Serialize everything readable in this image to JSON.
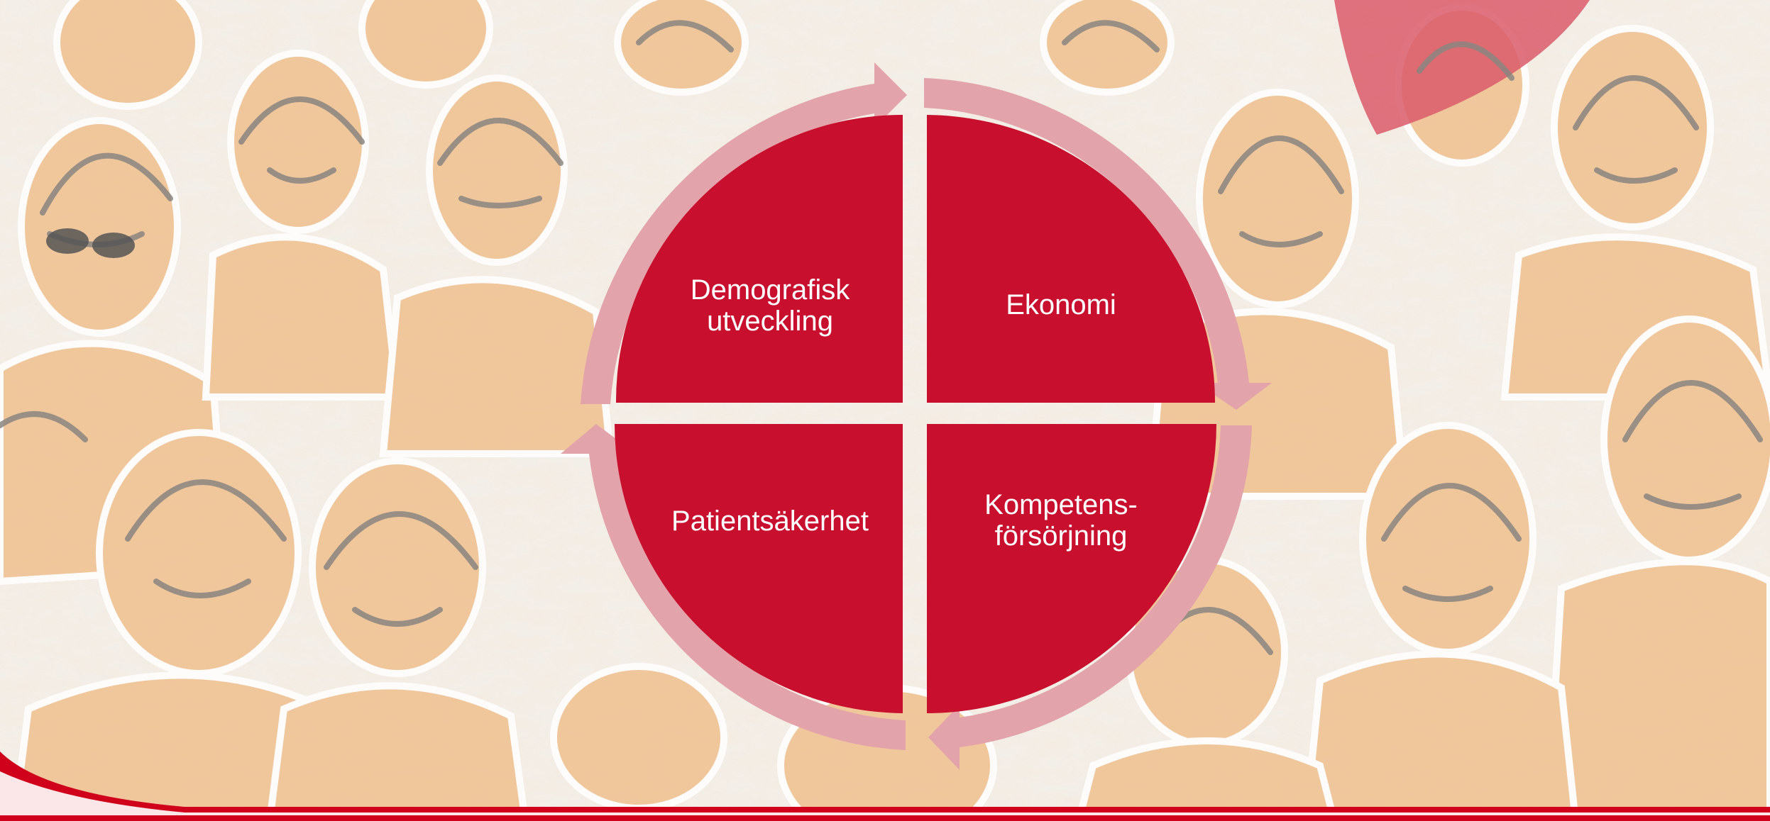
{
  "diagram": {
    "quadrants": [
      {
        "id": "top-left",
        "label": "Demografisk\nutveckling"
      },
      {
        "id": "top-right",
        "label": "Ekonomi"
      },
      {
        "id": "bottom-right",
        "label": "Kompetens-\nförsörjning"
      },
      {
        "id": "bottom-left",
        "label": "Patientsäkerhet"
      }
    ],
    "colors": {
      "quadrant_fill": "#c8102e",
      "arrow_ring": "#e2a3aa",
      "backdrop_peach": "#f2c496",
      "backdrop_light": "#f1efec",
      "backdrop_outline": "#8a8580",
      "footer_red": "#d0021b"
    }
  }
}
